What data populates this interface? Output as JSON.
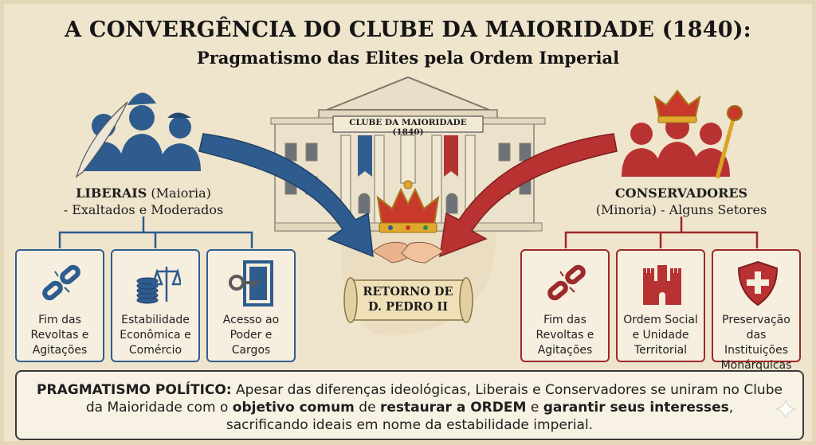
{
  "title": "A CONVERGÊNCIA DO CLUBE DA MAIORIDADE (1840):",
  "subtitle": "Pragmatismo das Elites pela Ordem Imperial",
  "building_sign": "CLUBE DA MAIORIDADE (1840)",
  "liberais": {
    "name": "LIBERAIS",
    "qualifier": "(Maioria)",
    "line2": "- Exaltados e Moderados",
    "boxes": [
      {
        "line1": "Fim das",
        "line2": "Revoltas e",
        "line3": "Agitações",
        "icon": "broken-chain-icon"
      },
      {
        "line1": "Estabilidade",
        "line2": "Econômica e",
        "line3": "Comércio",
        "icon": "coins-scale-icon"
      },
      {
        "line1": "Acesso ao",
        "line2": "Poder e",
        "line3": "Cargos",
        "icon": "key-door-icon"
      }
    ]
  },
  "conservadores": {
    "name": "CONSERVADORES",
    "line2": "(Minoria) - Alguns Setores",
    "boxes": [
      {
        "line1": "Fim das",
        "line2": "Revoltas e",
        "line3": "Agitações",
        "icon": "broken-chain-icon"
      },
      {
        "line1": "Ordem Social",
        "line2": "e Unidade",
        "line3": "Territorial",
        "icon": "castle-icon"
      },
      {
        "line1": "Preservação",
        "line2": "das Instituições",
        "line3": "Monárquicas",
        "icon": "shield-cross-icon"
      }
    ]
  },
  "scroll": {
    "line1": "RETORNO DE",
    "line2": "D. PEDRO II"
  },
  "bottom": {
    "p1": "PRAGMATISMO POLÍTICO:",
    "p2": " Apesar das diferenças ideológicas, Liberais e Conservadores se uniram no Clube da Maioridade com o ",
    "p3": "objetivo comum",
    "p4": " de ",
    "p5": "restaurar a ORDEM",
    "p6": " e ",
    "p7": "garantir seus interesses",
    "p8": ",",
    "p9": "sacrificando ideais em nome da estabilidade imperial."
  },
  "colors": {
    "liberal": "#2f5f8f",
    "conservative": "#9b2a2a",
    "background": "#efe4cc",
    "gold": "#d9a528"
  }
}
